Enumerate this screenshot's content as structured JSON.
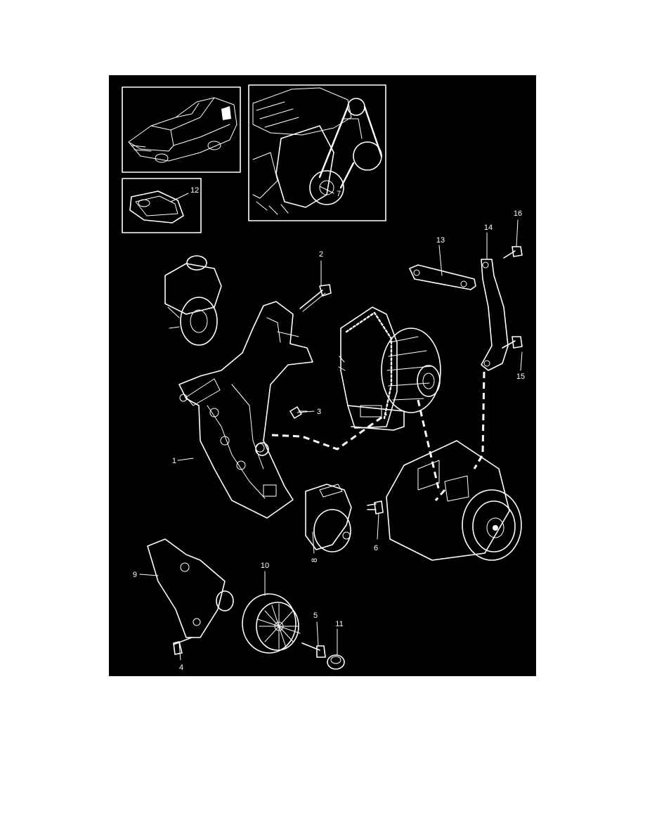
{
  "diagram": {
    "background": "#000000",
    "foreground": "#ffffff",
    "callouts": [
      {
        "id": "c1",
        "text": "1"
      },
      {
        "id": "c2",
        "text": "2"
      },
      {
        "id": "c3",
        "text": "3"
      },
      {
        "id": "c4",
        "text": "4"
      },
      {
        "id": "c5",
        "text": "5"
      },
      {
        "id": "c6",
        "text": "6"
      },
      {
        "id": "c7",
        "text": "7"
      },
      {
        "id": "c8",
        "text": "8"
      },
      {
        "id": "c9",
        "text": "9"
      },
      {
        "id": "c10",
        "text": "10"
      },
      {
        "id": "c11",
        "text": "11"
      },
      {
        "id": "c12",
        "text": "12"
      },
      {
        "id": "c13",
        "text": "13"
      },
      {
        "id": "c14",
        "text": "14"
      },
      {
        "id": "c15",
        "text": "15"
      },
      {
        "id": "c16",
        "text": "16"
      }
    ]
  }
}
